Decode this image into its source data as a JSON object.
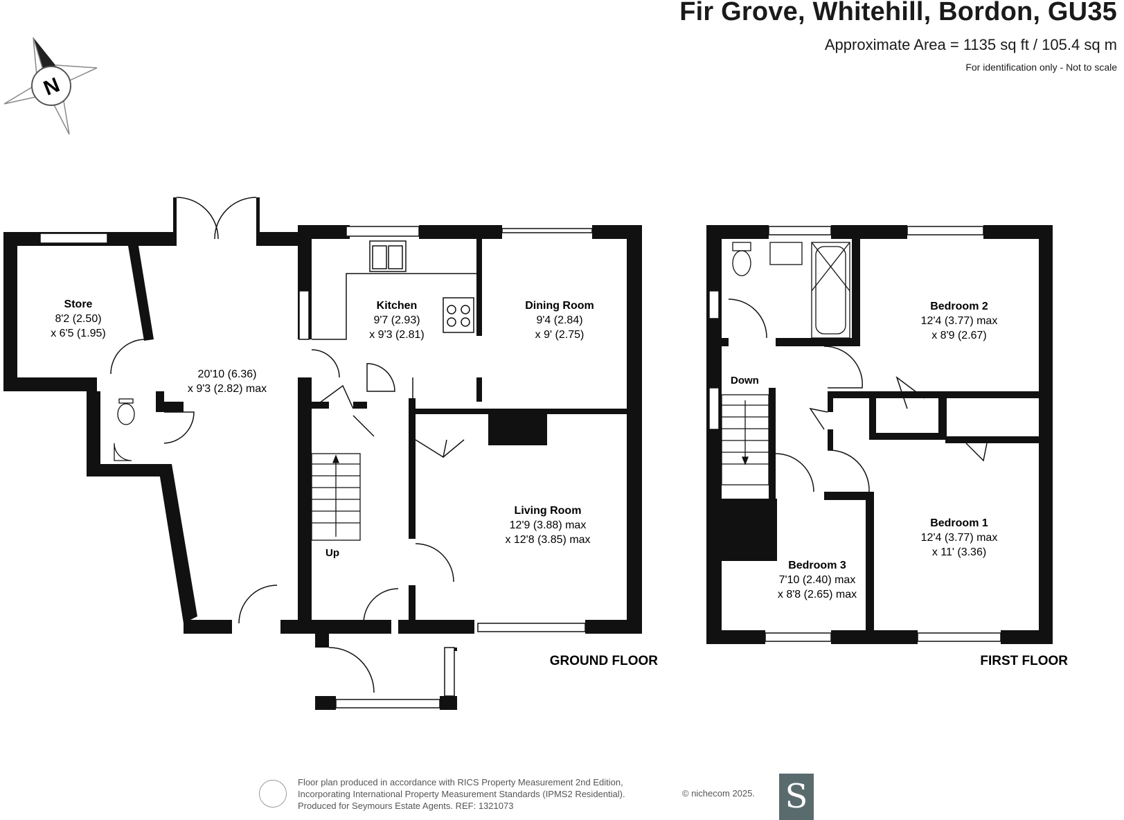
{
  "header": {
    "title": "Fir Grove, Whitehill, Bordon, GU35",
    "area": "Approximate Area = 1135 sq ft / 105.4 sq m",
    "disclaimer": "For identification only - Not to scale"
  },
  "compass": {
    "label": "N"
  },
  "ground_floor": {
    "label": "GROUND FLOOR",
    "rooms": {
      "store": {
        "name": "Store",
        "dim1": "8'2 (2.50)",
        "dim2": "x 6'5 (1.95)"
      },
      "garage": {
        "name": "",
        "dim1": "20'10 (6.36)",
        "dim2": "x 9'3 (2.82) max"
      },
      "kitchen": {
        "name": "Kitchen",
        "dim1": "9'7 (2.93)",
        "dim2": "x 9'3 (2.81)"
      },
      "dining": {
        "name": "Dining Room",
        "dim1": "9'4 (2.84)",
        "dim2": "x 9' (2.75)"
      },
      "living": {
        "name": "Living Room",
        "dim1": "12'9 (3.88) max",
        "dim2": "x 12'8 (3.85) max"
      }
    },
    "stairs_label": "Up"
  },
  "first_floor": {
    "label": "FIRST FLOOR",
    "rooms": {
      "bedroom2": {
        "name": "Bedroom 2",
        "dim1": "12'4 (3.77) max",
        "dim2": "x 8'9 (2.67)"
      },
      "bedroom1": {
        "name": "Bedroom 1",
        "dim1": "12'4 (3.77) max",
        "dim2": "x 11' (3.36)"
      },
      "bedroom3": {
        "name": "Bedroom 3",
        "dim1": "7'10 (2.40) max",
        "dim2": "x 8'8 (2.65) max"
      }
    },
    "stairs_label": "Down"
  },
  "footer": {
    "line1": "Floor plan produced in accordance with RICS Property Measurement 2nd Edition,",
    "line2": "Incorporating International Property Measurement Standards (IPMS2 Residential).",
    "line3": "Produced for Seymours Estate Agents.   REF: 1321073",
    "credit": "© nichecom 2025.",
    "logo_letter": "S"
  },
  "colors": {
    "wall": "#111111",
    "window": "#ffffff",
    "logo_bg": "#5a6b6e"
  }
}
